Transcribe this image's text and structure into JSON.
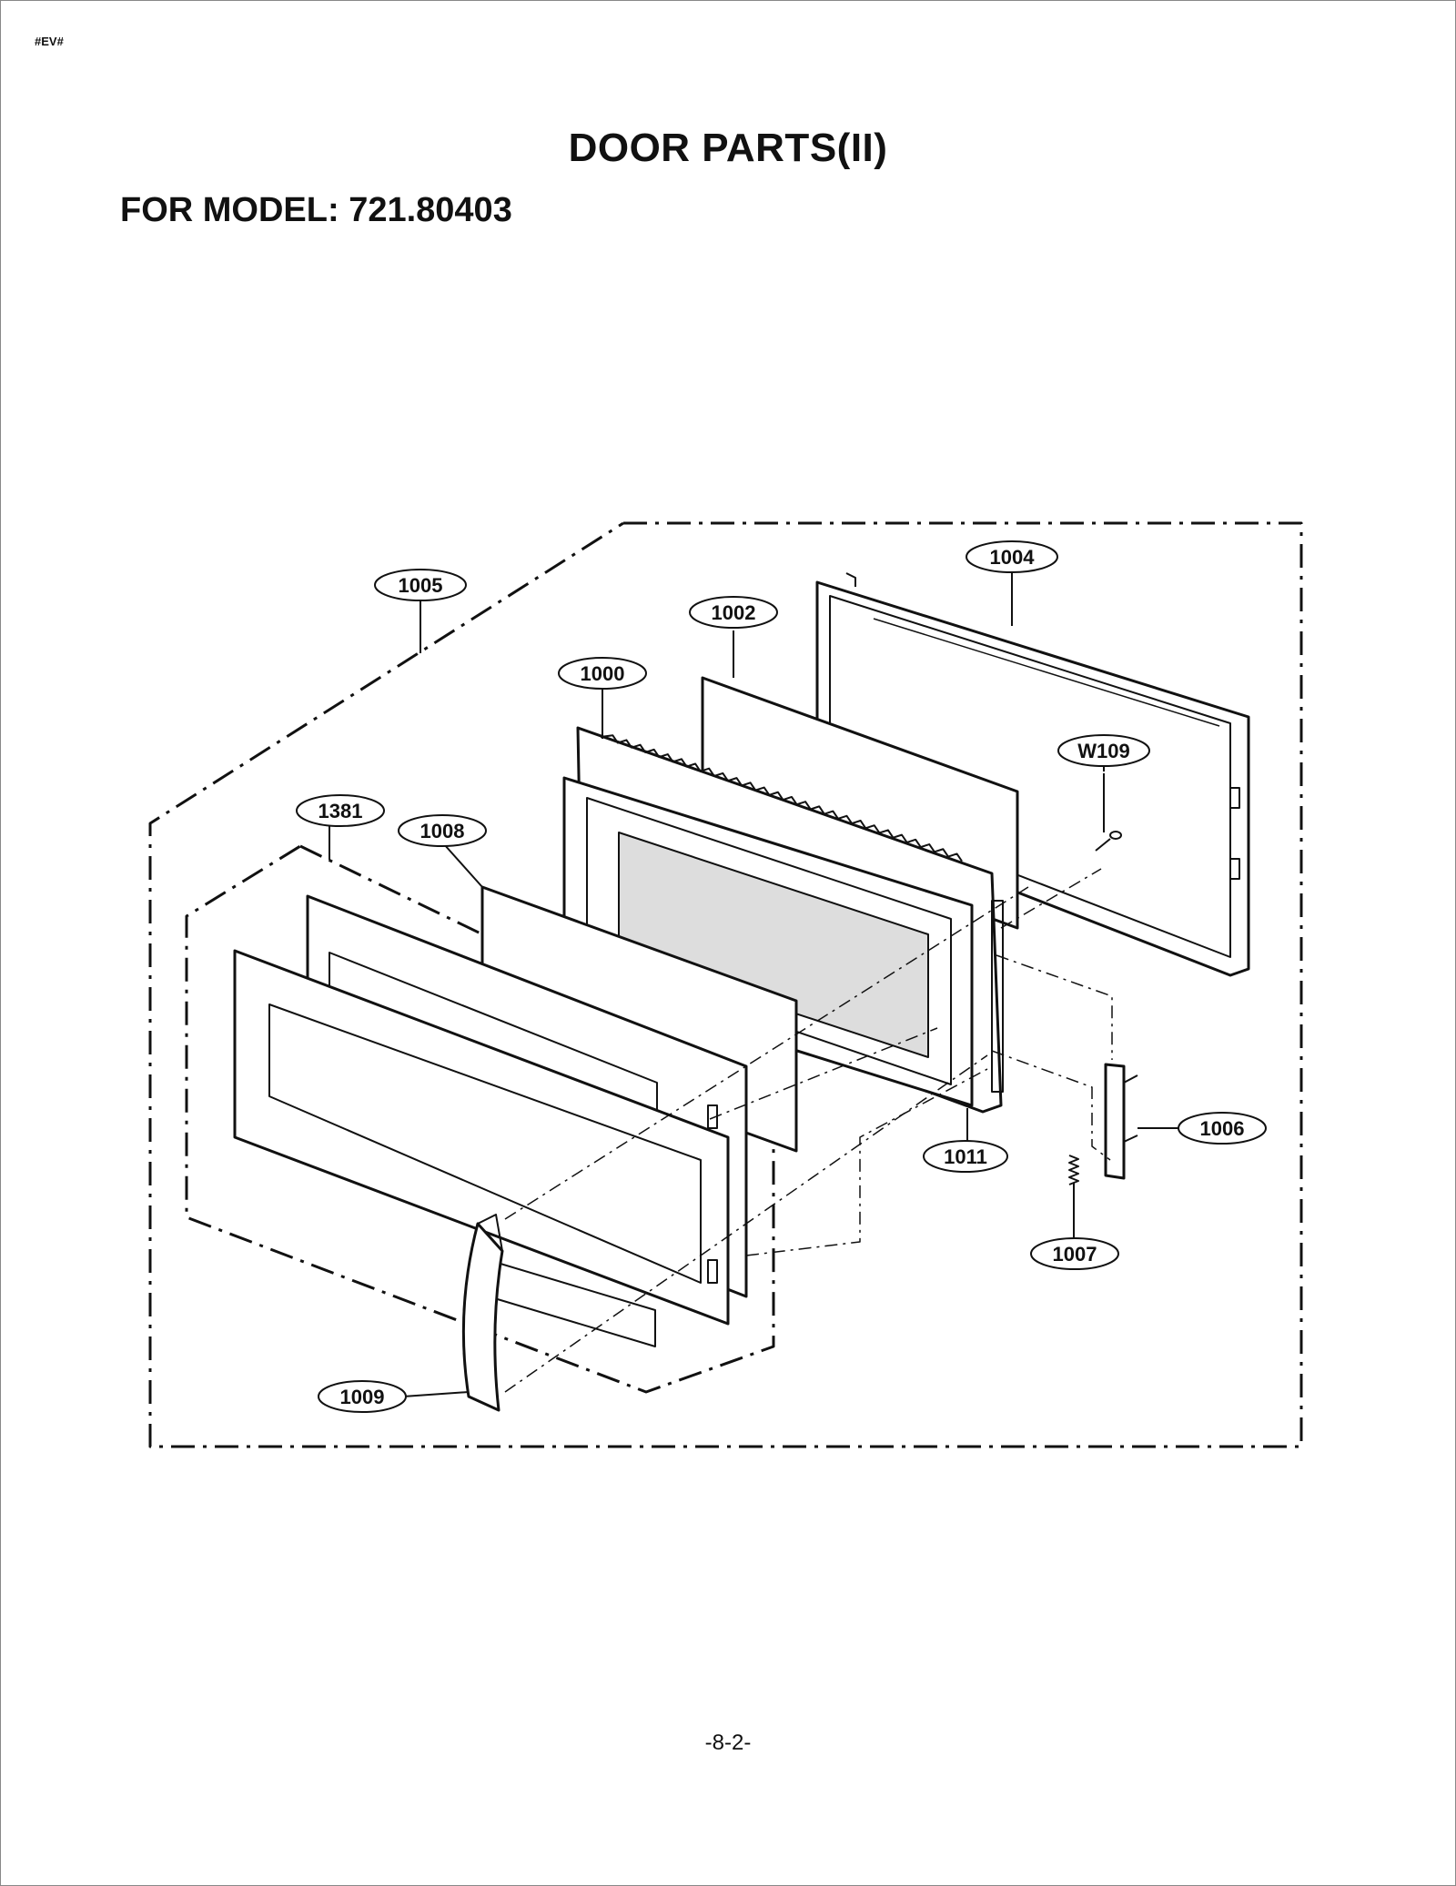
{
  "header": {
    "tag": "#EV#"
  },
  "title": "DOOR PARTS(II)",
  "subtitle": "FOR MODEL: 721.80403",
  "footer": {
    "page_number": "-8-2-"
  },
  "callouts": {
    "c1005": "1005",
    "c1004": "1004",
    "c1002": "1002",
    "c1000": "1000",
    "cW109": "W109",
    "c1381": "1381",
    "c1008": "1008",
    "c1006": "1006",
    "c1011": "1011",
    "c1007": "1007",
    "c1009": "1009"
  }
}
